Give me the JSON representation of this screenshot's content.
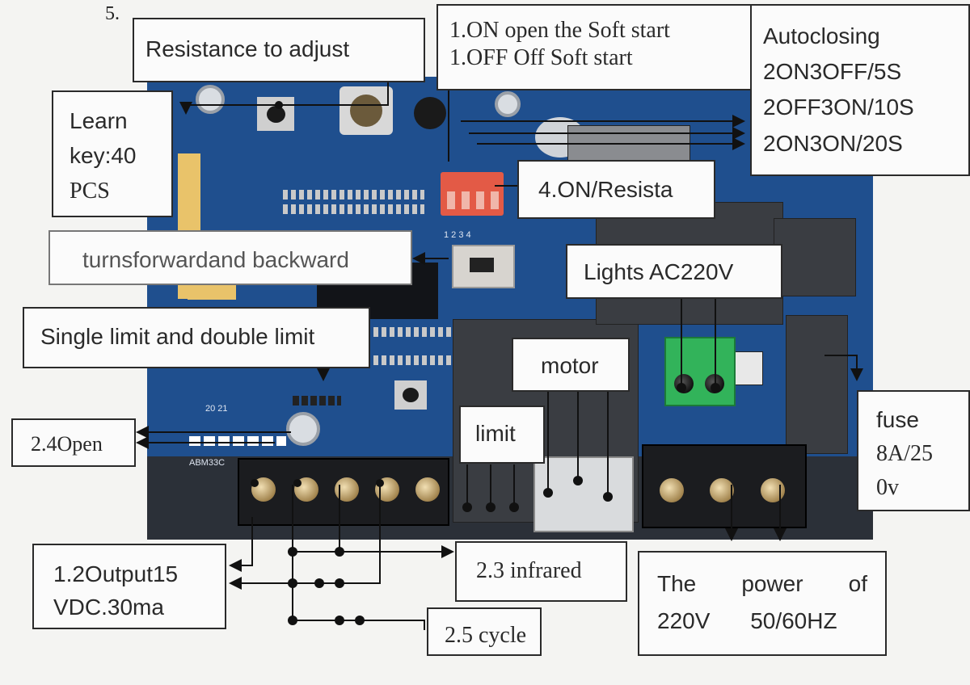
{
  "page_number": "5.",
  "labels": {
    "resistance": "Resistance to adjust",
    "soft_start": [
      "1.ON open the Soft start",
      "1.OFF Off Soft start"
    ],
    "autoclosing": [
      "Autoclosing",
      "2ON3OFF/5S",
      "2OFF3ON/10S",
      "2ON3ON/20S"
    ],
    "learn_key": [
      "Learn",
      "key:40",
      "PCS"
    ],
    "resista": "4.ON/Resista",
    "forward_backward": "turnsforwardand backward",
    "lights": "Lights AC220V",
    "limit_mode": "Single limit and double limit",
    "motor": "motor",
    "open": "2.4Open",
    "limit": "limit",
    "fuse": [
      "fuse",
      "8A/25",
      "0v"
    ],
    "output": [
      "1.2Output15",
      "VDC.30ma"
    ],
    "infrared": "2.3 infrared",
    "power": [
      "The",
      "power",
      "of",
      "220V",
      "50/60HZ"
    ],
    "cycle": "2.5 cycle"
  },
  "pcb_markings": {
    "dip_numbers": "1 2 3 4",
    "model": "ABM33C",
    "pins": "20 21"
  },
  "colors": {
    "pcb_blue": "#1f4f8e",
    "box_border": "#2a2a2a",
    "terminal_green": "#32b35a",
    "dip_red": "#e35a46"
  }
}
